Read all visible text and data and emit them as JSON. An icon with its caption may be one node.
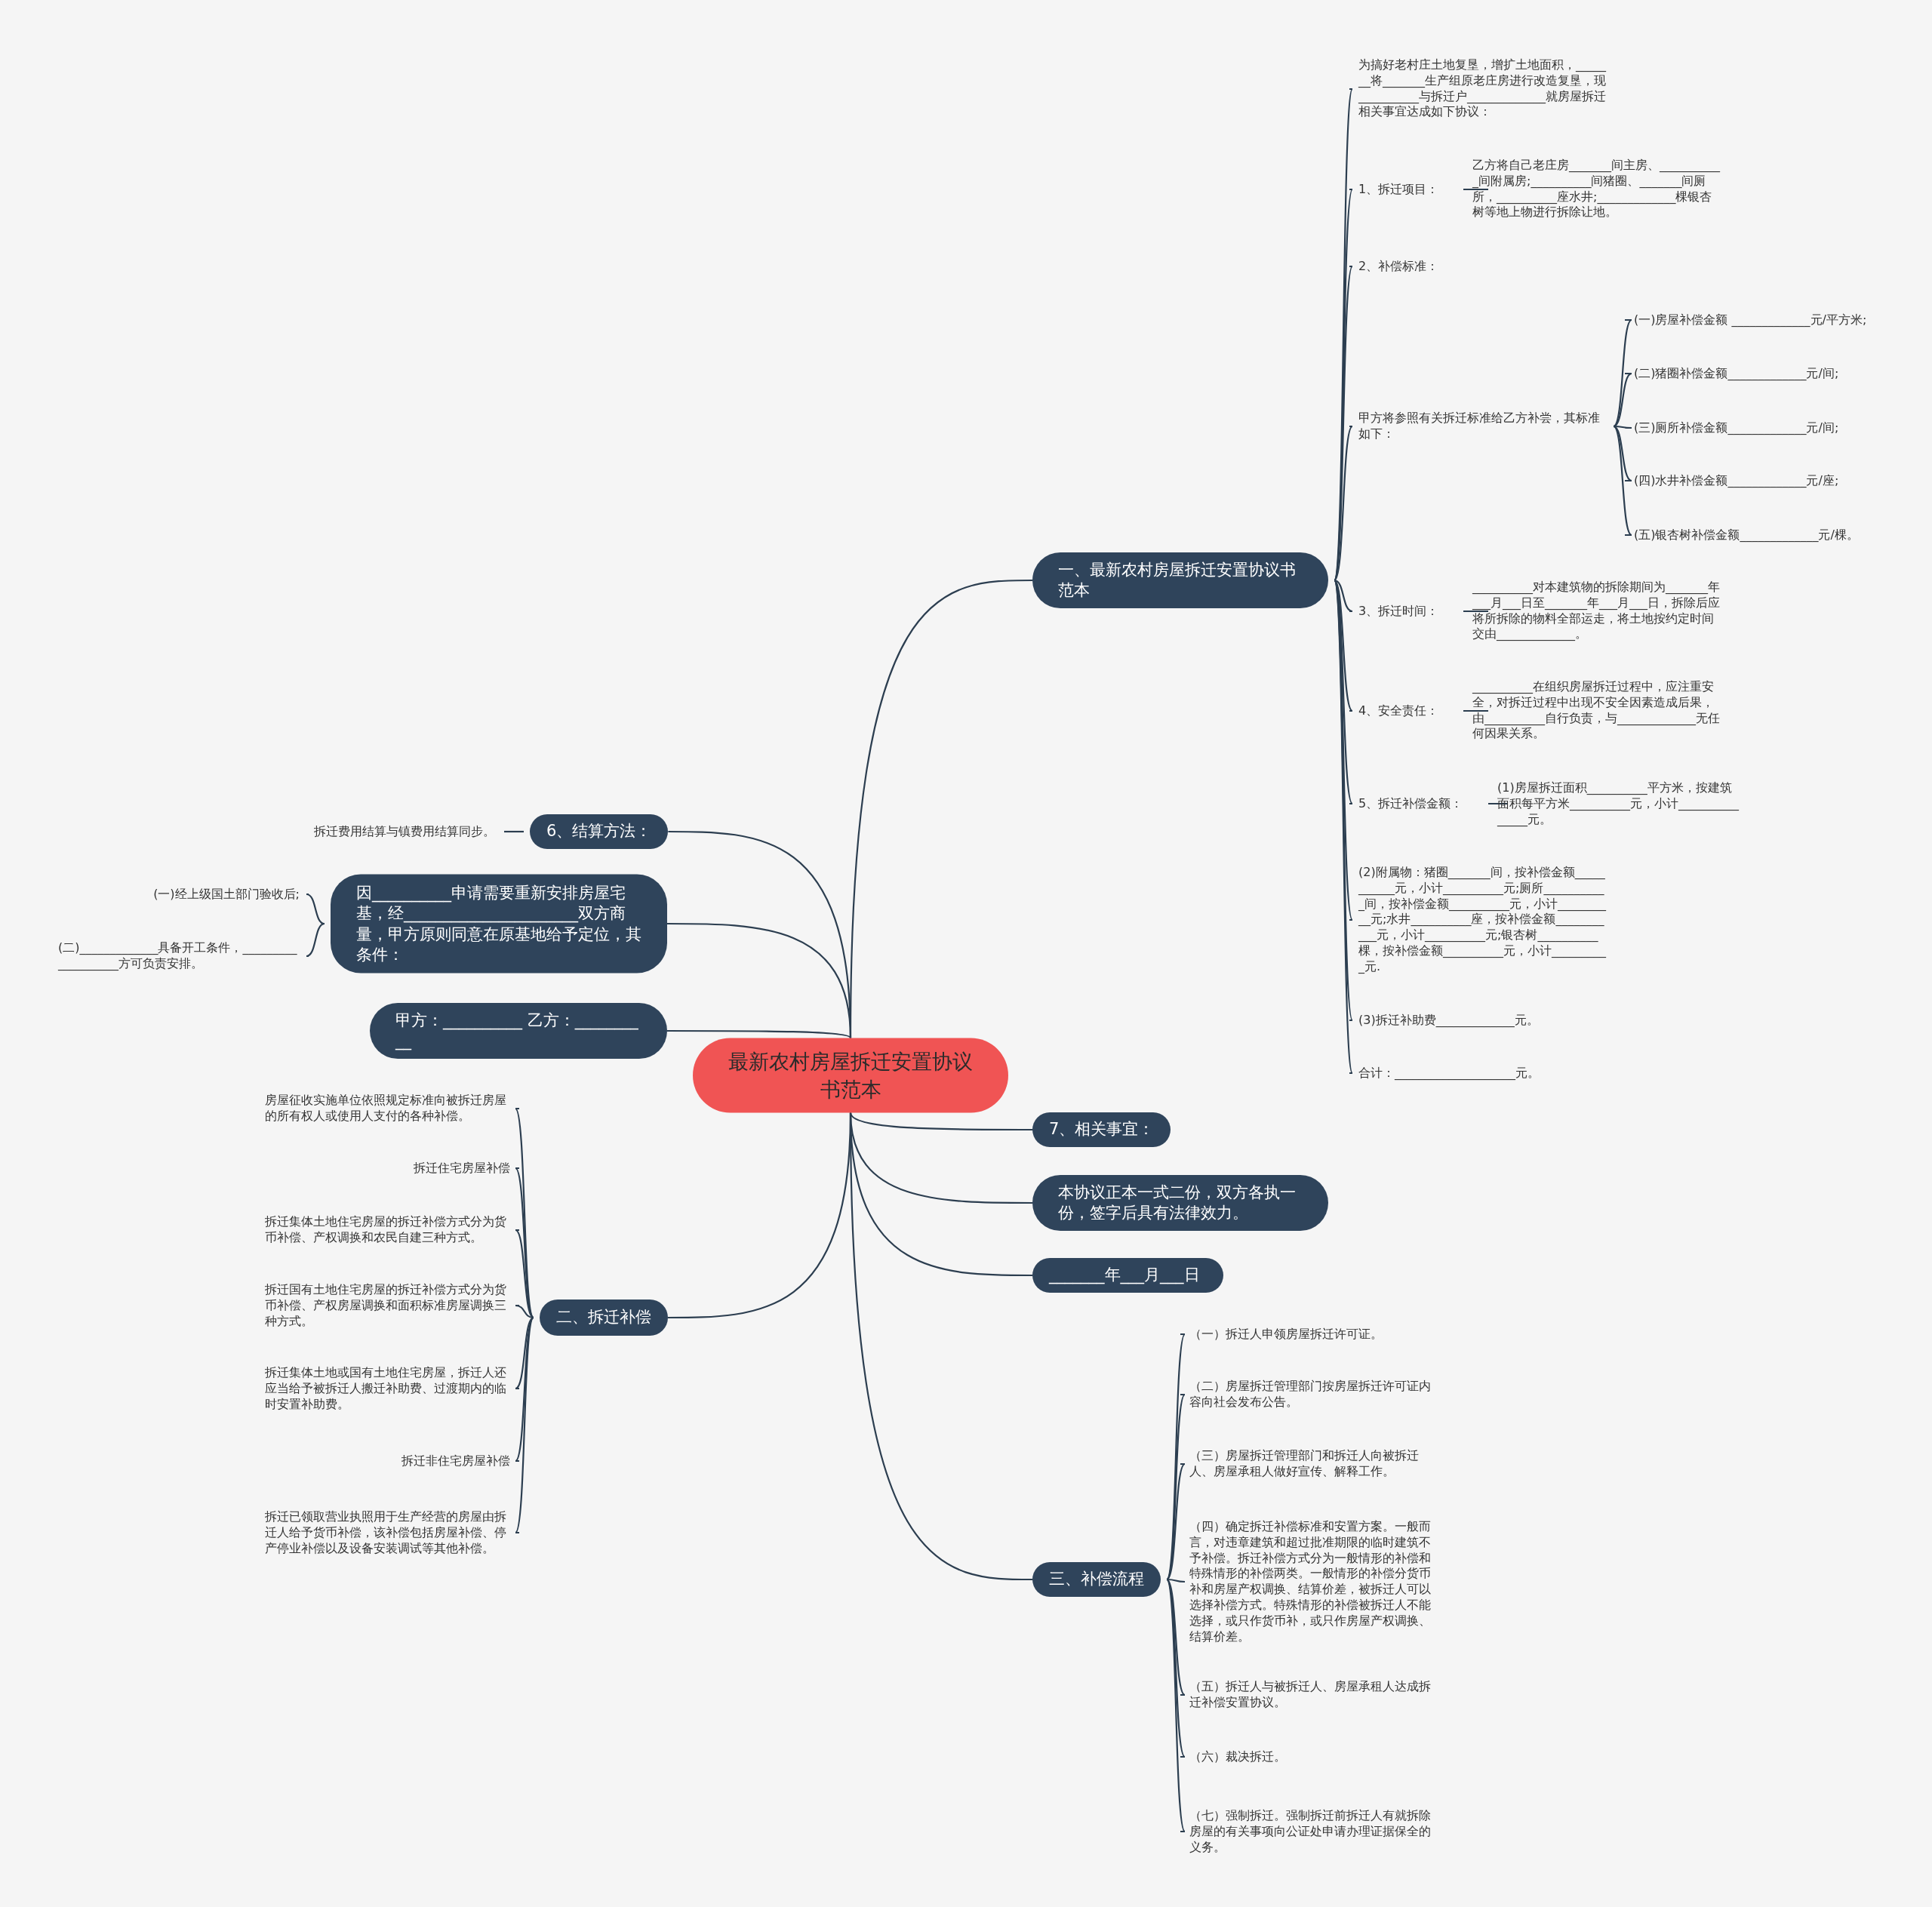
{
  "diagram": {
    "nodes": [
      {
        "text": [
          "最新农村房屋拆迁安置协议书范本"
        ]
      },
      {
        "text": [
          "一、最新农村房屋拆迁安置协议书范本"
        ]
      },
      {
        "text": [
          "为搞好老村庄土地复垦，增扩土地面积，_______将_______生产组原老庄房进行改造复垦，现__________与拆迁户_____________就房屋拆迁相关事宜达成如下协议："
        ]
      },
      {
        "text": [
          "1、拆迁项目："
        ]
      },
      {
        "text": [
          "乙方将自己老庄房_______间主房、___________间附属房;__________间猪圈、_______间厕所，__________座水井;_____________棵银杏树等地上物进行拆除让地。"
        ]
      },
      {
        "text": [
          "2、补偿标准："
        ]
      },
      {
        "text": [
          "甲方将参照有关拆迁标准给乙方补尝，其标准如下："
        ]
      },
      {
        "text": [
          "(一)房屋补偿金额 _____________元/平方米;"
        ]
      },
      {
        "text": [
          "(二)猪圈补偿金额_____________元/间;"
        ]
      },
      {
        "text": [
          "(三)厕所补偿金额_____________元/间;"
        ]
      },
      {
        "text": [
          "(四)水井补偿金额_____________元/座;"
        ]
      },
      {
        "text": [
          "(五)银杏树补偿金额_____________元/棵。"
        ]
      },
      {
        "text": [
          "3、拆迁时间："
        ]
      },
      {
        "text": [
          "__________对本建筑物的拆除期间为_______年___月___日至_______年___月___日，拆除后应将所拆除的物料全部运走，将土地按约定时间交由_____________。"
        ]
      },
      {
        "text": [
          "4、安全责任："
        ]
      },
      {
        "text": [
          "__________在组织房屋拆迁过程中，应注重安全，对拆迁过程中出现不安全因素造成后果，由__________自行负责，与_____________无任何因果关系。"
        ]
      },
      {
        "text": [
          "5、拆迁补偿金额："
        ]
      },
      {
        "text": [
          "(1)房屋拆迁面积__________平方米，按建筑面积每平方米__________元，小计_______________元。"
        ]
      },
      {
        "text": [
          "(2)附属物：猪圈_______间，按补偿金额___________元，小计__________元;厕所___________间，按补偿金额__________元，小计__________元;水井__________座，按补偿金额___________元，小计__________元;银杏树__________棵，按补偿金额__________元，小计__________元."
        ]
      },
      {
        "text": [
          "(3)拆迁补助费_____________元。"
        ]
      },
      {
        "text": [
          "合计：____________________元。"
        ]
      },
      {
        "text": [
          "6、结算方法："
        ]
      },
      {
        "text": [
          "拆迁费用结算与镇费用结算同步。"
        ]
      },
      {
        "text": [
          "因__________申请需要重新安排房屋宅基，经______________________双方商量，甲方原则同意在原基地给予定位，其条件："
        ]
      },
      {
        "text": [
          "(一)经上级国土部门验收后;"
        ]
      },
      {
        "text": [
          "(二)_____________具备开工条件，___________________方可负责安排。"
        ]
      },
      {
        "text": [
          "甲方：__________ 乙方：__________"
        ]
      },
      {
        "text": [
          "二、拆迁补偿"
        ]
      },
      {
        "text": [
          "房屋征收实施单位依照规定标准向被拆迁房屋的所有权人或使用人支付的各种补偿。"
        ]
      },
      {
        "text": [
          "拆迁住宅房屋补偿"
        ]
      },
      {
        "text": [
          "拆迁集体土地住宅房屋的拆迁补偿方式分为货币补偿、产权调换和农民自建三种方式。"
        ]
      },
      {
        "text": [
          "拆迁国有土地住宅房屋的拆迁补偿方式分为货币补偿、产权房屋调换和面积标准房屋调换三种方式。"
        ]
      },
      {
        "text": [
          "拆迁集体土地或国有土地住宅房屋，拆迁人还应当给予被拆迁人搬迁补助费、过渡期内的临时安置补助费。"
        ]
      },
      {
        "text": [
          "拆迁非住宅房屋补偿"
        ]
      },
      {
        "text": [
          "拆迁已领取营业执照用于生产经营的房屋由拆迁人给予货币补偿，该补偿包括房屋补偿、停产停业补偿以及设备安装调试等其他补偿。"
        ]
      },
      {
        "text": [
          "7、相关事宜："
        ]
      },
      {
        "text": [
          "本协议正本一式二份，双方各执一份，签字后具有法律效力。"
        ]
      },
      {
        "text": [
          "_______年___月___日"
        ]
      },
      {
        "text": [
          "三、补偿流程"
        ]
      },
      {
        "text": [
          "（一）拆迁人申领房屋拆迁许可证。"
        ]
      },
      {
        "text": [
          "（二）房屋拆迁管理部门按房屋拆迁许可证内容向社会发布公告。"
        ]
      },
      {
        "text": [
          "（三）房屋拆迁管理部门和拆迁人向被拆迁人、房屋承租人做好宣传、解释工作。"
        ]
      },
      {
        "text": [
          "（四）确定拆迁补偿标准和安置方案。一般而言，对违章建筑和超过批准期限的临时建筑不予补偿。拆迁补偿方式分为一般情形的补偿和特殊情形的补偿两类。一般情形的补偿分货币补和房屋产权调换、结算价差，被拆迁人可以选择补偿方式。特殊情形的补偿被拆迁人不能选择，或只作货币补，或只作房屋产权调换、结算价差。"
        ]
      },
      {
        "text": [
          "（五）拆迁人与被拆迁人、房屋承租人达成拆迁补偿安置协议。"
        ]
      },
      {
        "text": [
          "（六）裁决拆迁。"
        ]
      },
      {
        "text": [
          "（七）强制拆迁。强制拆迁前拆迁人有就拆除房屋的有关事项向公证处申请办理证据保全的义务。"
        ]
      }
    ],
    "edges": [
      {
        "from": 0,
        "to": 1,
        "arrow": "none"
      },
      {
        "from": 1,
        "to": 2,
        "arrow": "none"
      },
      {
        "from": 1,
        "to": 3,
        "arrow": "none"
      },
      {
        "from": 3,
        "to": 4,
        "arrow": "none"
      },
      {
        "from": 1,
        "to": 5,
        "arrow": "none"
      },
      {
        "from": 1,
        "to": 6,
        "arrow": "none"
      },
      {
        "from": 6,
        "to": 7,
        "arrow": "none"
      },
      {
        "from": 6,
        "to": 8,
        "arrow": "none"
      },
      {
        "from": 6,
        "to": 9,
        "arrow": "none"
      },
      {
        "from": 6,
        "to": 10,
        "arrow": "none"
      },
      {
        "from": 6,
        "to": 11,
        "arrow": "none"
      },
      {
        "from": 1,
        "to": 12,
        "arrow": "none"
      },
      {
        "from": 12,
        "to": 13,
        "arrow": "none"
      },
      {
        "from": 1,
        "to": 14,
        "arrow": "none"
      },
      {
        "from": 14,
        "to": 15,
        "arrow": "none"
      },
      {
        "from": 1,
        "to": 16,
        "arrow": "none"
      },
      {
        "from": 16,
        "to": 17,
        "arrow": "none"
      },
      {
        "from": 1,
        "to": 18,
        "arrow": "none"
      },
      {
        "from": 1,
        "to": 19,
        "arrow": "none"
      },
      {
        "from": 1,
        "to": 20,
        "arrow": "none"
      },
      {
        "from": 0,
        "to": 21,
        "arrow": "none"
      },
      {
        "from": 21,
        "to": 22,
        "arrow": "none"
      },
      {
        "from": 0,
        "to": 23,
        "arrow": "none"
      },
      {
        "from": 23,
        "to": 24,
        "arrow": "none"
      },
      {
        "from": 23,
        "to": 25,
        "arrow": "none"
      },
      {
        "from": 0,
        "to": 26,
        "arrow": "none"
      },
      {
        "from": 0,
        "to": 27,
        "arrow": "none"
      },
      {
        "from": 27,
        "to": 28,
        "arrow": "none"
      },
      {
        "from": 27,
        "to": 29,
        "arrow": "none"
      },
      {
        "from": 27,
        "to": 30,
        "arrow": "none"
      },
      {
        "from": 27,
        "to": 31,
        "arrow": "none"
      },
      {
        "from": 27,
        "to": 32,
        "arrow": "none"
      },
      {
        "from": 27,
        "to": 33,
        "arrow": "none"
      },
      {
        "from": 27,
        "to": 34,
        "arrow": "none"
      },
      {
        "from": 0,
        "to": 35,
        "arrow": "none"
      },
      {
        "from": 0,
        "to": 36,
        "arrow": "none"
      },
      {
        "from": 0,
        "to": 37,
        "arrow": "none"
      },
      {
        "from": 0,
        "to": 38,
        "arrow": "none"
      },
      {
        "from": 38,
        "to": 39,
        "arrow": "none"
      },
      {
        "from": 38,
        "to": 40,
        "arrow": "none"
      },
      {
        "from": 38,
        "to": 41,
        "arrow": "none"
      },
      {
        "from": 38,
        "to": 42,
        "arrow": "none"
      },
      {
        "from": 38,
        "to": 43,
        "arrow": "none"
      },
      {
        "from": 38,
        "to": 44,
        "arrow": "none"
      },
      {
        "from": 38,
        "to": 45,
        "arrow": "none"
      }
    ]
  }
}
